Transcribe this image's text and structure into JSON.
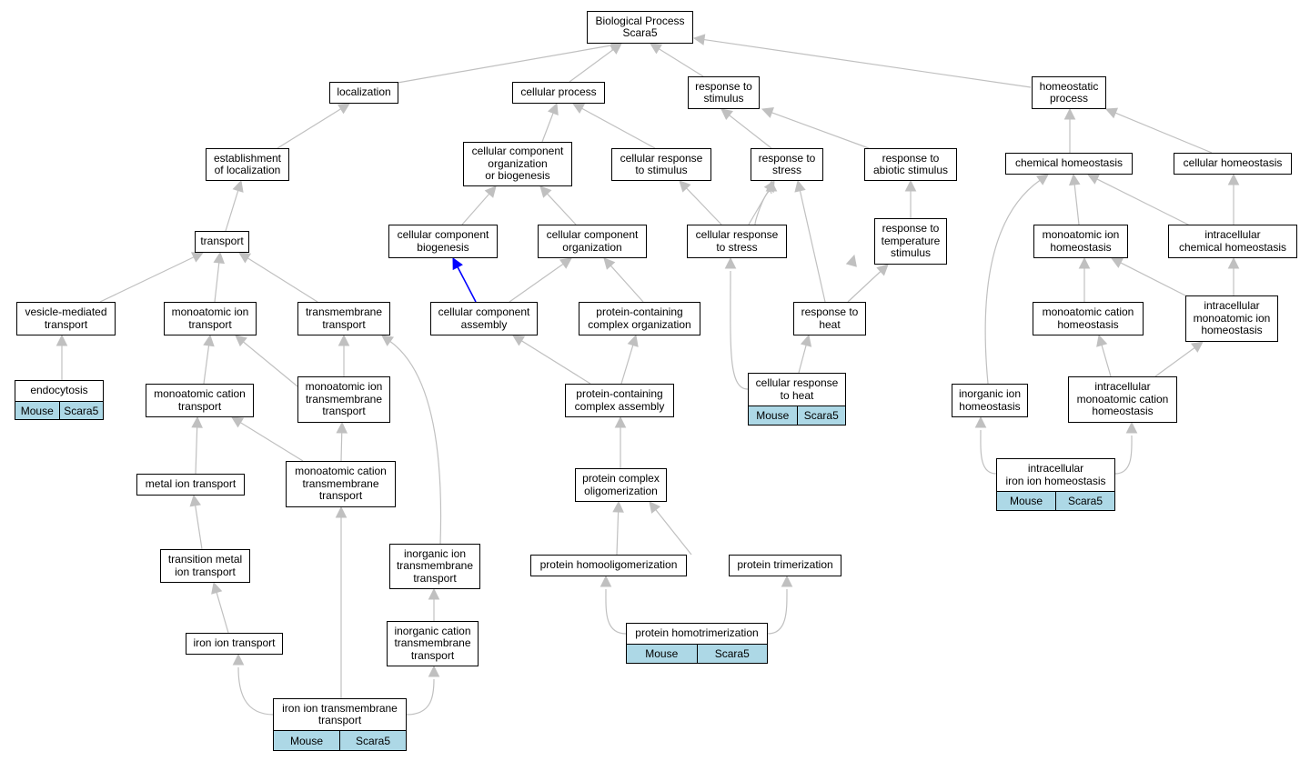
{
  "colors": {
    "edge": "#c0c0c0",
    "highlight_edge": "#0000ff",
    "annotation_bg": "#add8e6"
  },
  "nodes": {
    "root": "Biological Process\nScara5",
    "localization": "localization",
    "cellular_process": "cellular process",
    "response_to_stimulus": "response to\nstimulus",
    "homeostatic_process": "homeostatic\nprocess",
    "establishment_of_localization": "establishment\nof localization",
    "cc_org_or_biogenesis": "cellular component\norganization\nor biogenesis",
    "cellular_response_to_stimulus": "cellular response\nto stimulus",
    "response_to_stress": "response to\nstress",
    "response_to_abiotic_stimulus": "response to\nabiotic stimulus",
    "chemical_homeostasis": "chemical homeostasis",
    "cellular_homeostasis": "cellular homeostasis",
    "transport": "transport",
    "cc_biogenesis": "cellular component\nbiogenesis",
    "cc_organization": "cellular component\norganization",
    "cellular_response_to_stress": "cellular response\nto stress",
    "response_to_temperature_stimulus": "response to\ntemperature\nstimulus",
    "monoatomic_ion_homeostasis": "monoatomic ion\nhomeostasis",
    "intracellular_chemical_homeostasis": "intracellular\nchemical homeostasis",
    "vesicle_mediated_transport": "vesicle-mediated\ntransport",
    "monoatomic_ion_transport": "monoatomic ion\ntransport",
    "transmembrane_transport": "transmembrane\ntransport",
    "cc_assembly": "cellular component\nassembly",
    "protein_containing_complex_organization": "protein-containing\ncomplex organization",
    "response_to_heat": "response to\nheat",
    "monoatomic_cation_homeostasis": "monoatomic cation\nhomeostasis",
    "intracellular_monoatomic_ion_homeostasis": "intracellular\nmonoatomic ion\nhomeostasis",
    "endocytosis": "endocytosis",
    "monoatomic_cation_transport": "monoatomic cation\ntransport",
    "monoatomic_ion_transmembrane_transport": "monoatomic ion\ntransmembrane\ntransport",
    "protein_containing_complex_assembly": "protein-containing\ncomplex assembly",
    "cellular_response_to_heat": "cellular response\nto heat",
    "inorganic_ion_homeostasis": "inorganic ion\nhomeostasis",
    "intracellular_monoatomic_cation_homeostasis": "intracellular\nmonoatomic cation\nhomeostasis",
    "metal_ion_transport": "metal ion transport",
    "monoatomic_cation_transmembrane_transport": "monoatomic cation\ntransmembrane\ntransport",
    "protein_complex_oligomerization": "protein complex\noligomerization",
    "intracellular_iron_ion_homeostasis": "intracellular\niron ion homeostasis",
    "transition_metal_ion_transport": "transition metal\nion transport",
    "inorganic_ion_transmembrane_transport": "inorganic ion\ntransmembrane\ntransport",
    "protein_homooligomerization": "protein homooligomerization",
    "protein_trimerization": "protein trimerization",
    "iron_ion_transport": "iron ion transport",
    "inorganic_cation_transmembrane_transport": "inorganic cation\ntransmembrane\ntransport",
    "protein_homotrimerization": "protein homotrimerization",
    "iron_ion_transmembrane_transport": "iron ion transmembrane\ntransport"
  },
  "annotations": {
    "endocytosis": {
      "species": "Mouse",
      "gene": "Scara5"
    },
    "cellular_response_to_heat": {
      "species": "Mouse",
      "gene": "Scara5"
    },
    "intracellular_iron_ion_homeostasis": {
      "species": "Mouse",
      "gene": "Scara5"
    },
    "protein_homotrimerization": {
      "species": "Mouse",
      "gene": "Scara5"
    },
    "iron_ion_transmembrane_transport": {
      "species": "Mouse",
      "gene": "Scara5"
    }
  }
}
